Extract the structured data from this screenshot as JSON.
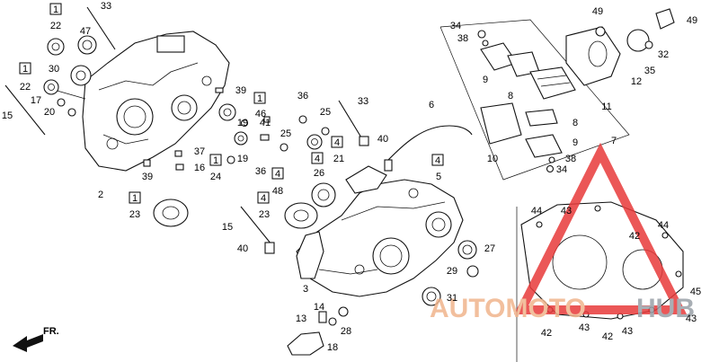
{
  "watermark": {
    "part1": "AUTOMOTO",
    "part2": "HUB",
    "color_primary": "#f0b48c",
    "color_secondary": "#9aa0a8",
    "triangle_color": "#e83a3a"
  },
  "direction_label": "FR.",
  "callouts": [
    {
      "id": "1a",
      "text": "1",
      "boxed": true
    },
    {
      "id": "22a",
      "text": "22"
    },
    {
      "id": "47",
      "text": "47"
    },
    {
      "id": "33a",
      "text": "33"
    },
    {
      "id": "1b",
      "text": "1",
      "boxed": true
    },
    {
      "id": "22b",
      "text": "22"
    },
    {
      "id": "30",
      "text": "30"
    },
    {
      "id": "15a",
      "text": "15"
    },
    {
      "id": "17",
      "text": "17"
    },
    {
      "id": "20",
      "text": "20"
    },
    {
      "id": "39a",
      "text": "39"
    },
    {
      "id": "1c",
      "text": "1",
      "boxed": true
    },
    {
      "id": "46",
      "text": "46"
    },
    {
      "id": "19a",
      "text": "19"
    },
    {
      "id": "41",
      "text": "41"
    },
    {
      "id": "37",
      "text": "37"
    },
    {
      "id": "16",
      "text": "16"
    },
    {
      "id": "1d",
      "text": "1",
      "boxed": true
    },
    {
      "id": "19b",
      "text": "19"
    },
    {
      "id": "24",
      "text": "24"
    },
    {
      "id": "36a",
      "text": "36"
    },
    {
      "id": "39b",
      "text": "39"
    },
    {
      "id": "2",
      "text": "2"
    },
    {
      "id": "1e",
      "text": "1",
      "boxed": true
    },
    {
      "id": "23a",
      "text": "23"
    },
    {
      "id": "36b",
      "text": "36"
    },
    {
      "id": "25a",
      "text": "25"
    },
    {
      "id": "25b",
      "text": "25"
    },
    {
      "id": "33b",
      "text": "33"
    },
    {
      "id": "4a",
      "text": "4",
      "boxed": true
    },
    {
      "id": "21",
      "text": "21"
    },
    {
      "id": "4b",
      "text": "4",
      "boxed": true
    },
    {
      "id": "26",
      "text": "26"
    },
    {
      "id": "4c",
      "text": "4",
      "boxed": true
    },
    {
      "id": "48",
      "text": "48"
    },
    {
      "id": "4d",
      "text": "4",
      "boxed": true
    },
    {
      "id": "23b",
      "text": "23"
    },
    {
      "id": "15b",
      "text": "15"
    },
    {
      "id": "40a",
      "text": "40"
    },
    {
      "id": "40b",
      "text": "40"
    },
    {
      "id": "6",
      "text": "6"
    },
    {
      "id": "4e",
      "text": "4",
      "boxed": true
    },
    {
      "id": "5",
      "text": "5"
    },
    {
      "id": "27",
      "text": "27"
    },
    {
      "id": "29",
      "text": "29"
    },
    {
      "id": "3",
      "text": "3"
    },
    {
      "id": "31",
      "text": "31"
    },
    {
      "id": "13",
      "text": "13"
    },
    {
      "id": "14",
      "text": "14"
    },
    {
      "id": "18",
      "text": "18"
    },
    {
      "id": "28",
      "text": "28"
    },
    {
      "id": "34a",
      "text": "34"
    },
    {
      "id": "38a",
      "text": "38"
    },
    {
      "id": "9a",
      "text": "9"
    },
    {
      "id": "8a",
      "text": "8"
    },
    {
      "id": "10",
      "text": "10"
    },
    {
      "id": "8b",
      "text": "8"
    },
    {
      "id": "9b",
      "text": "9"
    },
    {
      "id": "38b",
      "text": "38"
    },
    {
      "id": "34b",
      "text": "34"
    },
    {
      "id": "7",
      "text": "7"
    },
    {
      "id": "49a",
      "text": "49"
    },
    {
      "id": "49b",
      "text": "49"
    },
    {
      "id": "32",
      "text": "32"
    },
    {
      "id": "35",
      "text": "35"
    },
    {
      "id": "12",
      "text": "12"
    },
    {
      "id": "11",
      "text": "11"
    },
    {
      "id": "44a",
      "text": "44"
    },
    {
      "id": "43a",
      "text": "43"
    },
    {
      "id": "42a",
      "text": "42"
    },
    {
      "id": "44b",
      "text": "44"
    },
    {
      "id": "45",
      "text": "45"
    },
    {
      "id": "43b",
      "text": "43"
    },
    {
      "id": "42b",
      "text": "42"
    },
    {
      "id": "43c",
      "text": "43"
    },
    {
      "id": "42c",
      "text": "42"
    },
    {
      "id": "43d",
      "text": "43"
    }
  ]
}
